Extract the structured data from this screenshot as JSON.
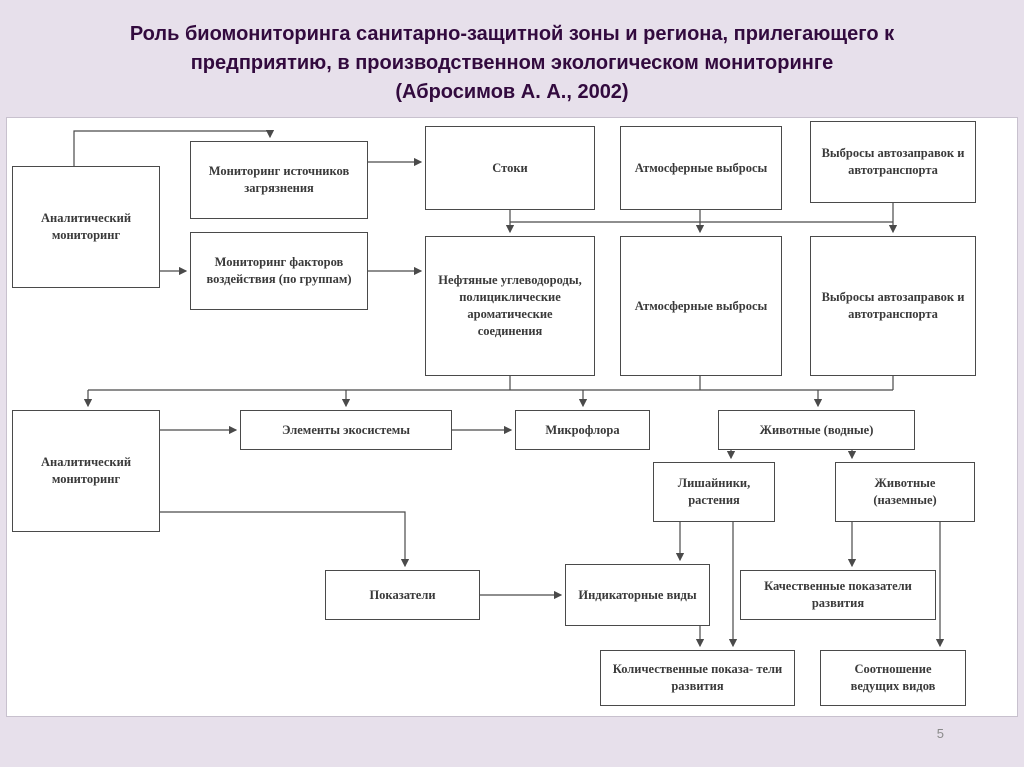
{
  "title": {
    "line1": "Роль биомониторинга санитарно-защитной зоны и региона, прилегающего к",
    "line2": "предприятию,  в производственном экологическом мониторинге",
    "line3": "(Абросимов А. А., 2002)"
  },
  "footer": {
    "page_number": "5"
  },
  "colors": {
    "background": "#e7e0eb",
    "panel": "#ffffff",
    "title_text": "#320a3e",
    "box_border": "#4a4a4a",
    "box_text": "#3a3a3a",
    "connector_line": "#4a4a4a",
    "page_number": "#8a8a8a"
  },
  "diagram": {
    "boxes": {
      "analytical1": "Аналитический мониторинг",
      "sources": "Мониторинг источников загрязнения",
      "factors": "Мониторинг факторов воздействия (по группам)",
      "stoki": "Стоки",
      "atm1": "Атмосферные выбросы",
      "auto1": "Выбросы автозаправок и автотранспорта",
      "neft": "Нефтяные углеводороды, полициклические ароматические соединения",
      "atm2": "Атмосферные выбросы",
      "auto2": "Выбросы автозаправок и автотранспорта",
      "analytical2": "Аналитический мониторинг",
      "ecosystem": "Элементы экосистемы",
      "microflora": "Микрофлора",
      "animalsWater": "Животные (водные)",
      "lichens": "Лишайники, растения",
      "animalsLand": "Животные (наземные)",
      "indicators": "Показатели",
      "indicatorSpecies": "Индикаторные виды",
      "quality": "Качественные показатели развития",
      "quantity": "Количественные показа- тели развития",
      "ratio": "Соотношение ведущих видов"
    }
  }
}
